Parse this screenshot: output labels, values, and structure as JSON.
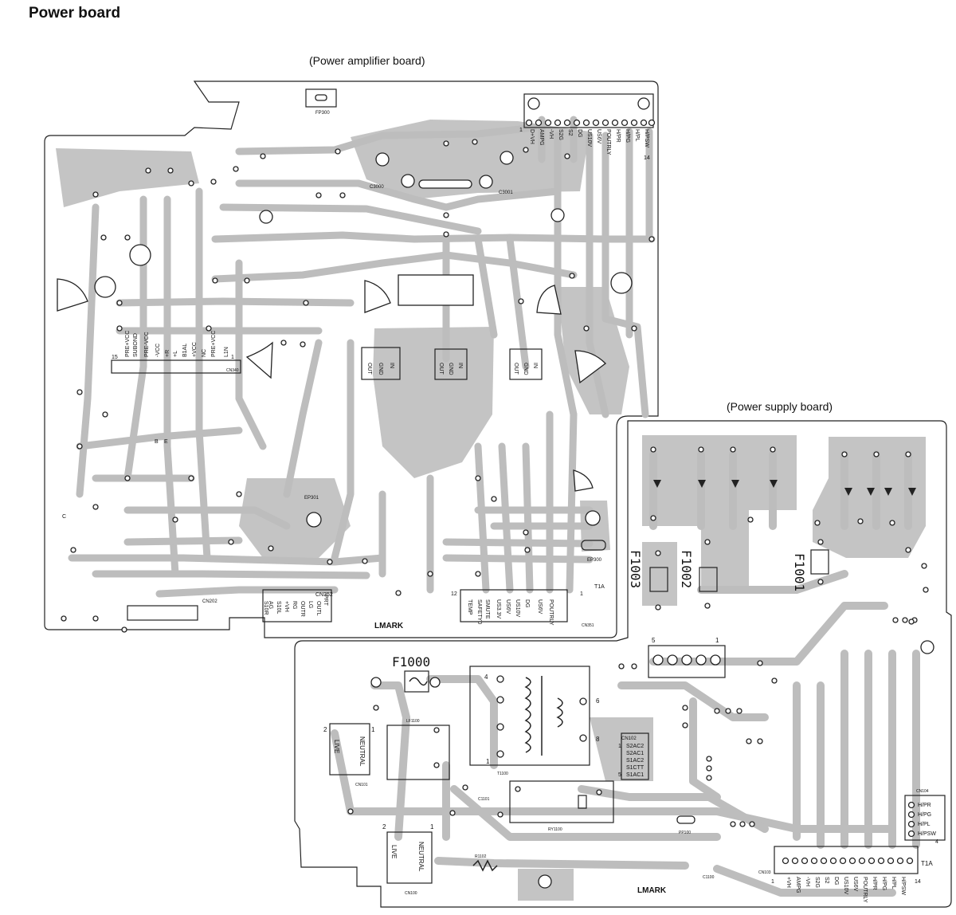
{
  "title": "Power board",
  "captions": {
    "amp_board": "(Power amplifier board)",
    "psu_board": "(Power supply board)"
  },
  "amp_labels": {
    "cn350_pins": [
      "D+VH",
      "AMPG",
      "-VH",
      "S2G",
      "S2",
      "DG",
      "US10V",
      "US6V",
      "POUTRLY",
      "H/PR",
      "H/PG",
      "H/PL",
      "H/PSW"
    ],
    "cn350_num_left": "1",
    "cn350_num_right": "14",
    "cn351_pins": [
      "SAFETY0",
      "SMUTE",
      "US3.3V",
      "US6V",
      "US10V",
      "DG",
      "US6V",
      "POUTRLY",
      "TEMP"
    ],
    "cn351_num_left": "12",
    "cn351_num_right": "1",
    "cn351_ref": "CN351",
    "cn352_ref": "CN352",
    "cn352_pins": [
      "PRT",
      "OUTL",
      "LG",
      "OUTR",
      "RG",
      "+VH",
      "S10L",
      "AG",
      "S10R"
    ],
    "cn340_pins": [
      "PRE+VCC",
      "SUBOND",
      "PRE-VCC",
      "-VCC",
      "+R",
      "+L",
      "B1AL",
      "+VCC",
      "NC",
      "PRE+VCC",
      "L1N"
    ],
    "cn340_num_left": "15",
    "cn340_num_right": "1",
    "cn340_ref": "CN340",
    "cn202_ref": "CN202",
    "ic341": [
      "OUT",
      "GND",
      "IN"
    ],
    "ic342": [
      "OUT",
      "GND",
      "IN"
    ],
    "ic343": [
      "OUT",
      "GND",
      "IN"
    ],
    "ep300": "EP300",
    "ep301": "EP301",
    "fp300": "FP300",
    "c3000": "C3000",
    "c3001": "C3001",
    "marker": "LMARK",
    "pin_e": "E",
    "pin_b": "B",
    "pin_c": "C",
    "t1a": "T1A"
  },
  "psu_labels": {
    "f1000": "F1000",
    "f1001": "F1001",
    "f1002": "F1002",
    "f1003": "F1003",
    "cn100_ref": "CN100",
    "cn100_live": "LIVE",
    "cn100_neutral": "NEUTRAL",
    "cn101_ref": "CN101",
    "cn101_live": "LIVE",
    "cn101_neutral": "NEUTRAL",
    "cn102_ref": "CN102",
    "cn102_pins": [
      "S2AC2",
      "S2AC1",
      "S1AC2",
      "S1CTT",
      "S1AC1"
    ],
    "cn102_num_top": "1",
    "cn102_num_bottom": "5",
    "cn103_ref": "CN103",
    "cn103_pins": [
      "+VH",
      "AMPG",
      "-VH",
      "S2G",
      "S2",
      "DG",
      "US10V",
      "US6V",
      "POUTRLY",
      "H/PR",
      "H/PG",
      "H/PL",
      "H/PSW"
    ],
    "cn103_num_left": "1",
    "cn103_num_right": "14",
    "cn104_ref": "CN104",
    "cn104_pins": [
      "H/PR",
      "H/PG",
      "H/PL",
      "H/PSW"
    ],
    "cn104_num": "4",
    "t1100": "T1100",
    "lf1100": "LF1100",
    "ry1100": "RY1100",
    "r1102": "R1102",
    "c1101": "C1101",
    "c1100": "C1100",
    "pp100": "PP100",
    "t1a": "T1A",
    "marker": "LMARK",
    "pin_nums": [
      "2",
      "1",
      "2",
      "1",
      "4",
      "6",
      "8",
      "1",
      "5",
      "1"
    ]
  }
}
